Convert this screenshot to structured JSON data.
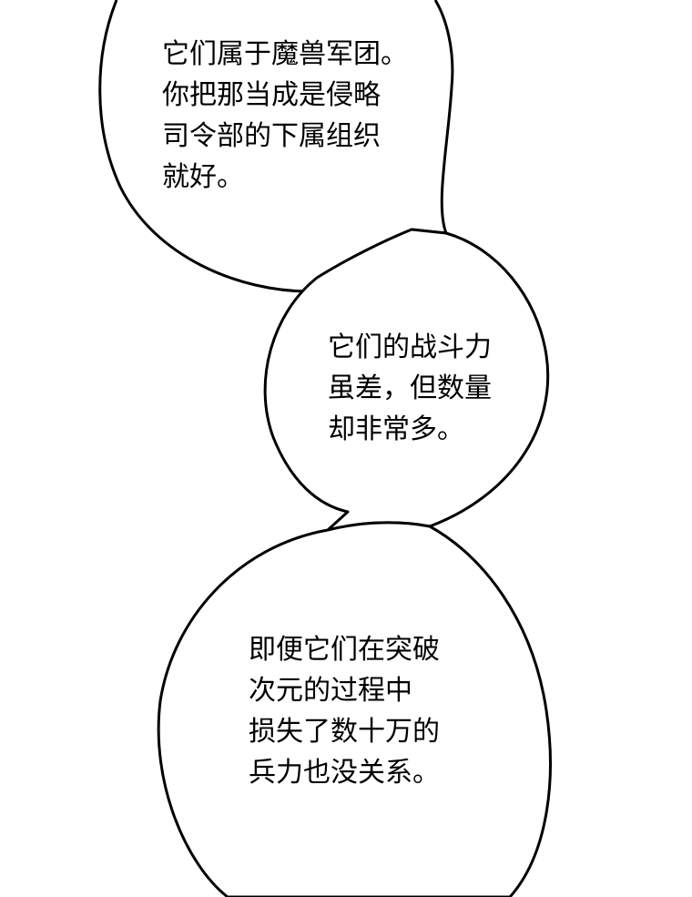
{
  "bubbles": [
    {
      "lines": [
        "它们属于魔兽军团。",
        "你把那当成是侵略",
        "司令部的下属组织",
        "就好。"
      ]
    },
    {
      "lines": [
        "它们的战斗力",
        "虽差，但数量",
        "却非常多。"
      ]
    },
    {
      "lines": [
        "即便它们在突破",
        "次元的过程中",
        "损失了数十万的",
        "兵力也没关系。"
      ]
    }
  ],
  "colors": {
    "background": "#ffffff",
    "bubble_fill": "#ffffff",
    "bubble_stroke": "#000000",
    "text": "#000000"
  }
}
